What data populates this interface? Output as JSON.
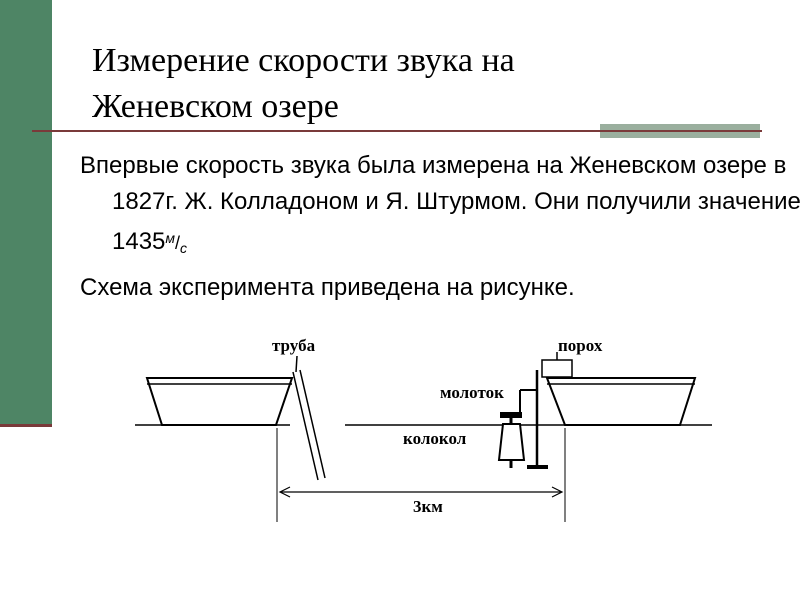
{
  "slide": {
    "title_line1": "Измерение скорости звука на",
    "title_line2": "Женевском озере",
    "paragraph1_text": "Впервые скорость звука была измерена на Женевском озере в 1827г. Ж. Колладоном и Я. Штурмом. Они получили значение 1435",
    "unit_numerator": "м",
    "unit_slash": "/",
    "unit_denominator": "с",
    "paragraph2": "Схема эксперимента приведена на рисунке."
  },
  "figure": {
    "label_trumpet": "труба",
    "label_powder": "порох",
    "label_hammer": "молоток",
    "label_bell": "колокол",
    "label_distance": "3км"
  },
  "colors": {
    "sidebar": "#4e8565",
    "rule": "#7a3a3a",
    "rule_accent": "#9aaf9e"
  }
}
